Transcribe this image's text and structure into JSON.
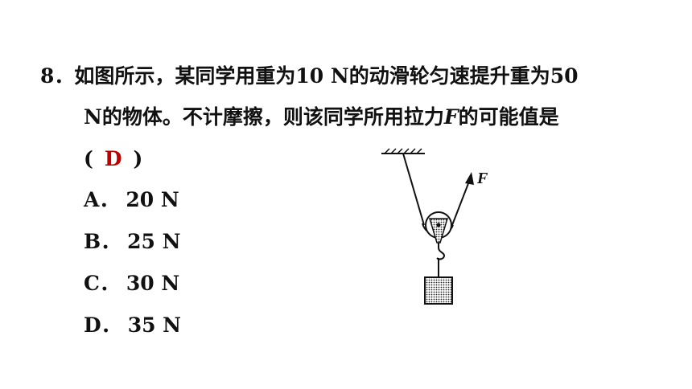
{
  "question": {
    "line1": "8．如图所示，某同学用重为10 N的动滑轮匀速提升重为50",
    "line2_before_var": "N的物体。不计摩擦，则该同学所用拉力",
    "line2_var": "F",
    "line2_after_var": "的可能值是",
    "paren_open": "(",
    "answer": "D",
    "paren_close": ")"
  },
  "options": [
    {
      "label": "A．",
      "value": "20 N"
    },
    {
      "label": "B．",
      "value": "25 N"
    },
    {
      "label": "C．",
      "value": "30 N"
    },
    {
      "label": "D．",
      "value": "35 N"
    }
  ],
  "diagram": {
    "force_label": "F"
  },
  "colors": {
    "text": "#111111",
    "answer": "#c00000"
  }
}
